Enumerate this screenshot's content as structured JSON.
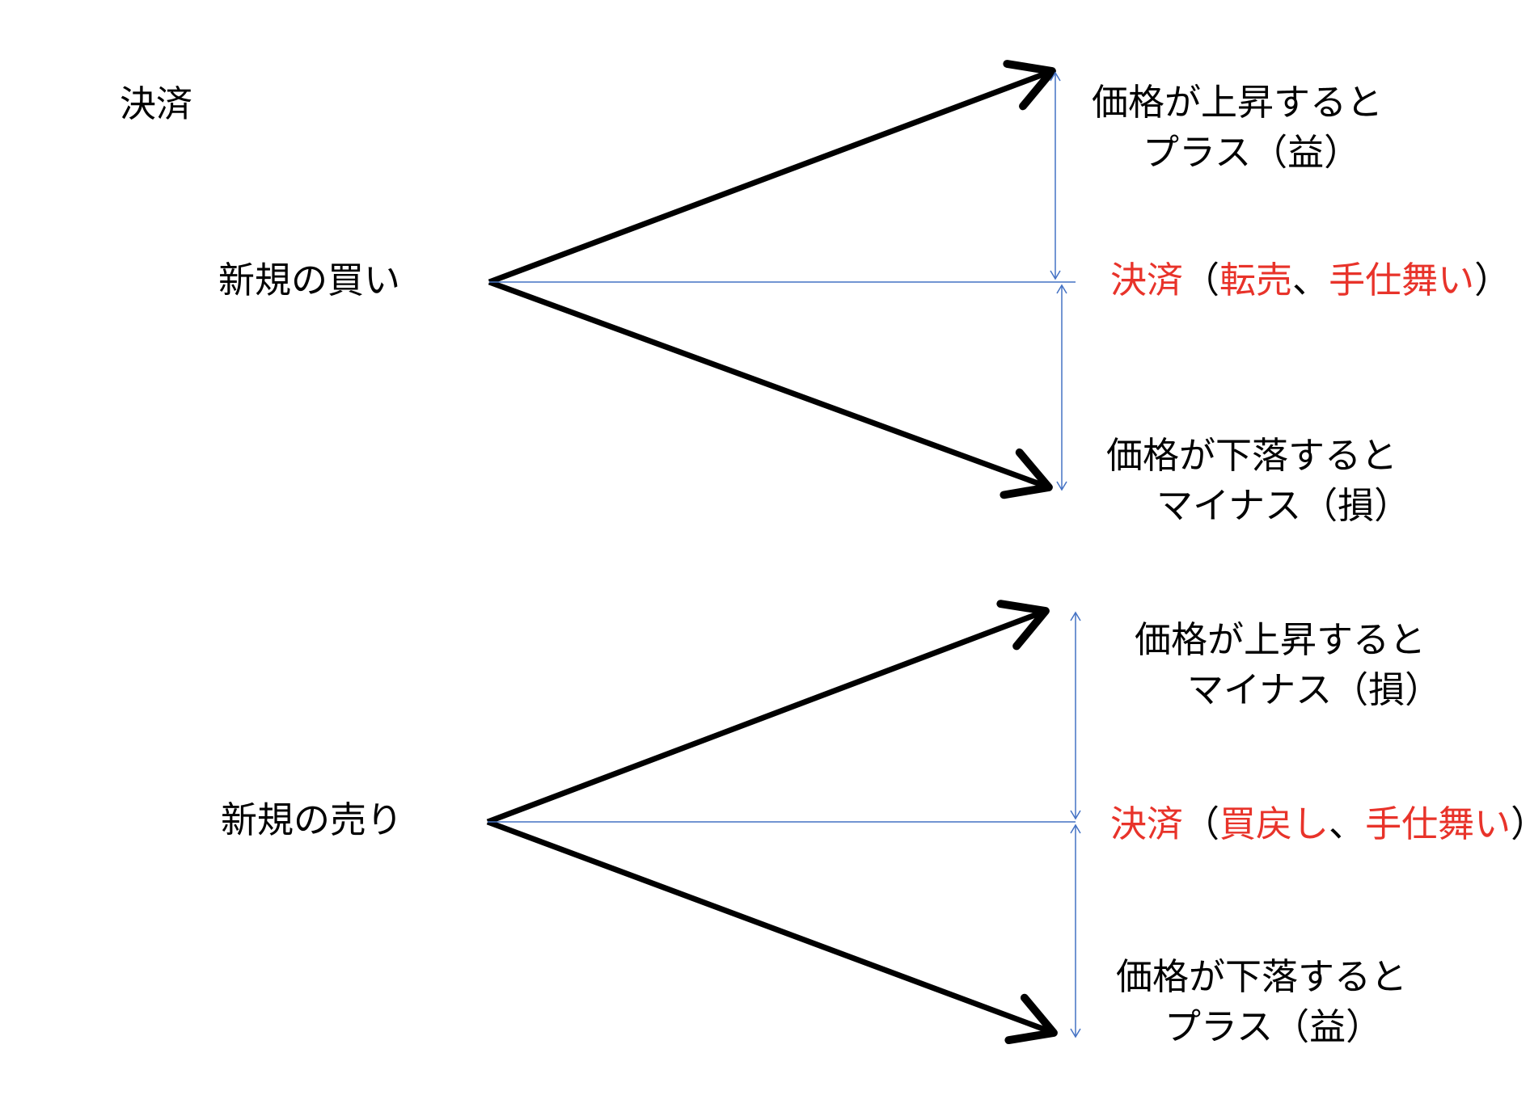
{
  "title": "決済",
  "colors": {
    "arrow": "#000000",
    "guide": "#4472c4",
    "highlight": "#e8332a",
    "text": "#000000"
  },
  "buy": {
    "origin_label": "新規の買い",
    "up_line1": "価格が上昇すると",
    "up_line2": "プラス（益）",
    "settle_a": "決済",
    "settle_paren_open": "（",
    "settle_b": "転売",
    "settle_sep": "、",
    "settle_c": "手仕舞い",
    "settle_paren_close": "）",
    "down_line1": "価格が下落すると",
    "down_line2": "マイナス（損）"
  },
  "sell": {
    "origin_label": "新規の売り",
    "up_line1": "価格が上昇すると",
    "up_line2": "マイナス（損）",
    "settle_a": "決済",
    "settle_paren_open": "（",
    "settle_b": "買戻し",
    "settle_sep": "、",
    "settle_c": "手仕舞い",
    "settle_paren_close": "）",
    "down_line1": "価格が下落すると",
    "down_line2": "プラス（益）"
  }
}
